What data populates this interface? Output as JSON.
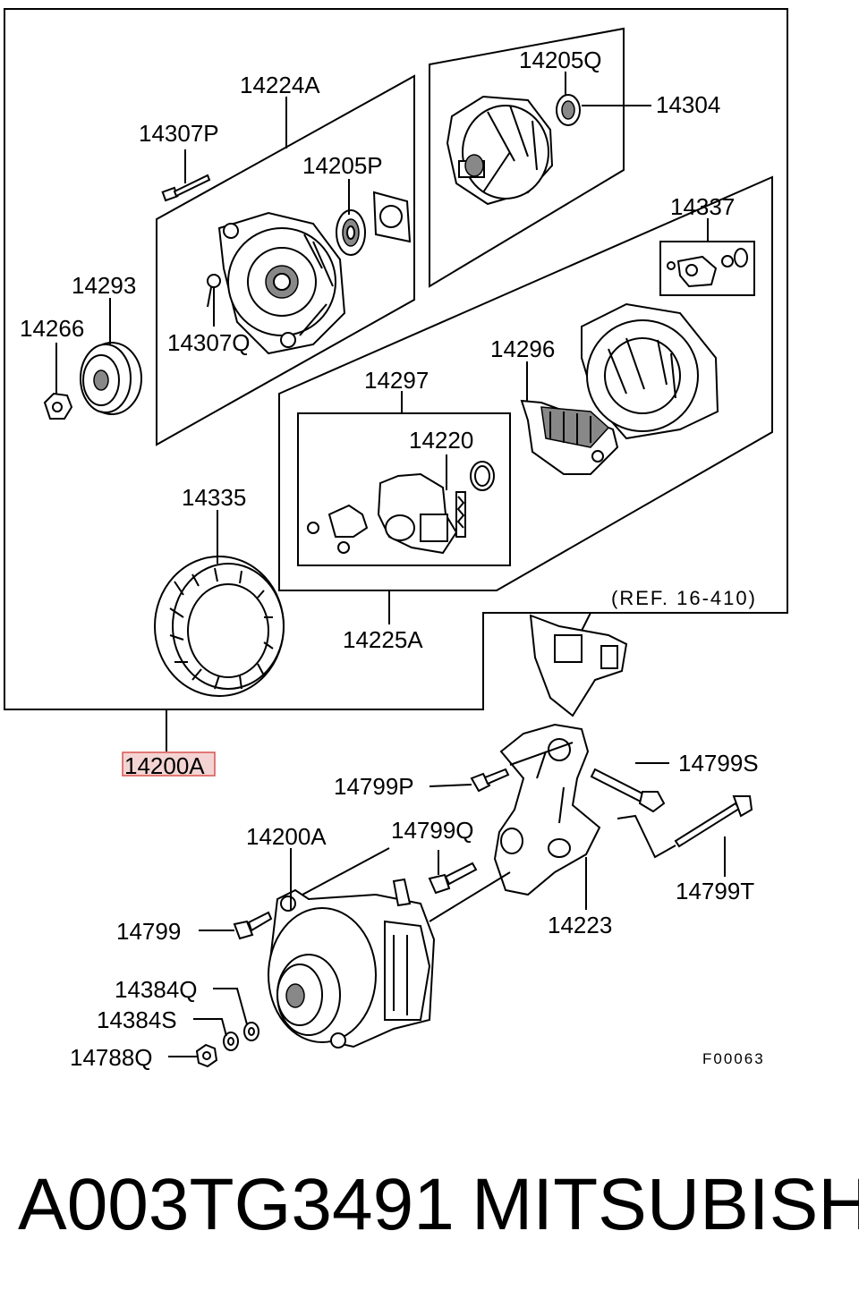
{
  "diagram": {
    "labels": {
      "p14224A": "14224A",
      "p14307P": "14307P",
      "p14205P": "14205P",
      "p14293": "14293",
      "p14266": "14266",
      "p14307Q": "14307Q",
      "p14205Q": "14205Q",
      "p14304": "14304",
      "p14337": "14337",
      "p14296": "14296",
      "p14297": "14297",
      "p14220": "14220",
      "p14335": "14335",
      "p14225A": "14225A",
      "ref": "(REF. 16-410)",
      "p14200A_top": "14200A",
      "p14799P": "14799P",
      "p14799S": "14799S",
      "p14200A": "14200A",
      "p14799Q": "14799Q",
      "p14799T": "14799T",
      "p14223": "14223",
      "p14799": "14799",
      "p14384Q": "14384Q",
      "p14384S": "14384S",
      "p14788Q": "14788Q",
      "figure_code": "F00063"
    },
    "colors": {
      "highlight": "#d9534f"
    }
  },
  "caption": {
    "part_number": "A003TG3491",
    "brand": "MITSUBISHI"
  }
}
